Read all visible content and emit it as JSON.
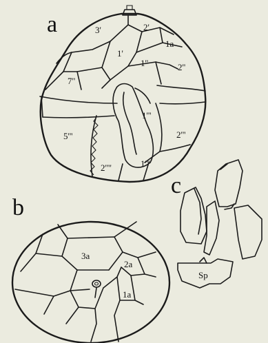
{
  "panels": {
    "a": {
      "label": "a",
      "plates": [
        "3'",
        "2'",
        "1a",
        "1'",
        "1''",
        "2''",
        "7''",
        "1'''",
        "2'''",
        "5'''",
        "2''''",
        "1''''"
      ]
    },
    "b": {
      "label": "b",
      "plates": [
        "3a",
        "2a",
        "1a"
      ]
    },
    "c": {
      "label": "c",
      "plates": [
        "Sp"
      ]
    }
  }
}
